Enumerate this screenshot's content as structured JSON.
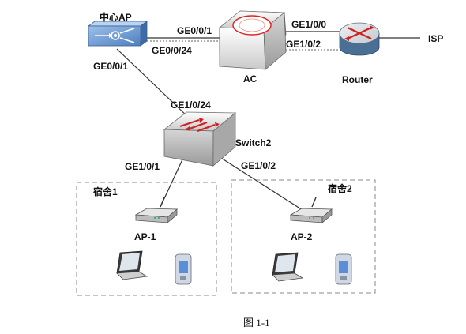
{
  "devices": {
    "central_ap": {
      "label": "中心AP"
    },
    "ac": {
      "label": "AC"
    },
    "router": {
      "label": "Router"
    },
    "isp": {
      "label": "ISP"
    },
    "switch2": {
      "label": "Switch2"
    },
    "ap1": {
      "label": "AP-1"
    },
    "ap2": {
      "label": "AP-2"
    }
  },
  "zones": {
    "dorm1": {
      "label": "宿舍1"
    },
    "dorm2": {
      "label": "宿舍2"
    }
  },
  "ports": {
    "ap_to_ac_upper": "GE0/0/1",
    "ap_to_ac_lower": "GE0/0/24",
    "ap_to_switch": "GE0/0/1",
    "ac_router_upper": "GE1/0/0",
    "ac_router_lower": "GE1/0/2",
    "switch_uplink": "GE1/0/24",
    "switch_to_ap1": "GE1/0/1",
    "switch_to_ap2": "GE1/0/2"
  },
  "caption": "图 1-1",
  "colors": {
    "link": "#333333",
    "zone_border": "#888888",
    "router_blue": "#4a6f95",
    "ap_blue": "#5b88c4",
    "arrow_red": "#cc2222"
  }
}
